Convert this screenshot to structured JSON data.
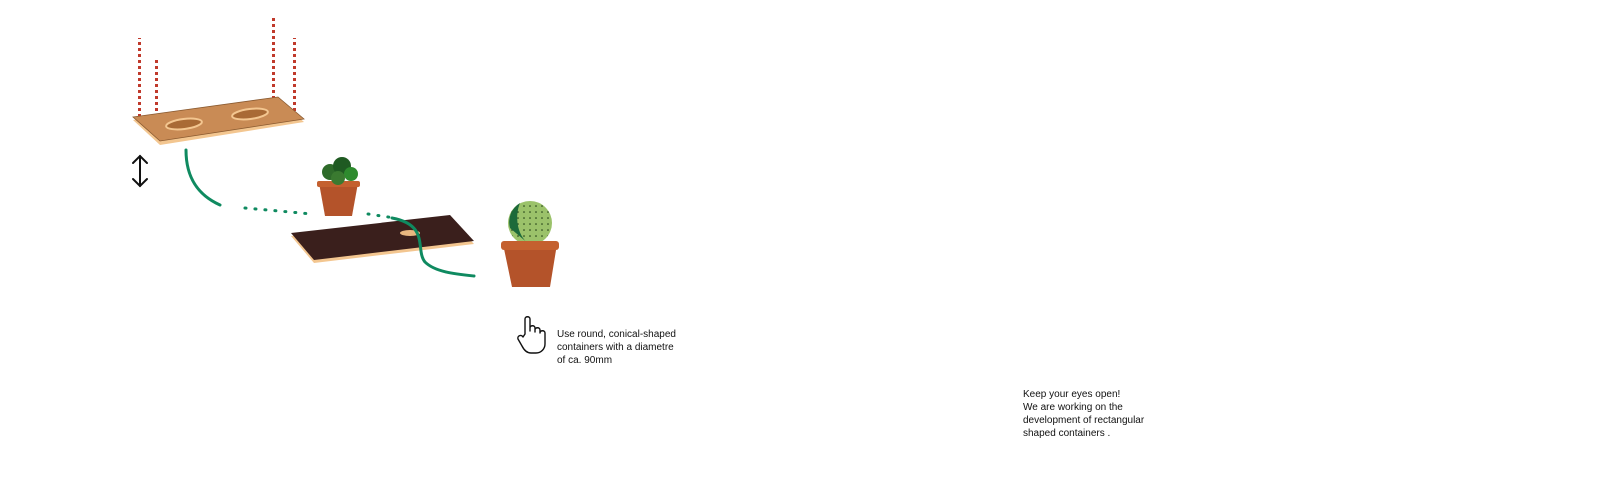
{
  "notes": {
    "round_containers": {
      "lines": [
        "Use round, conical-shaped",
        "containers with a diametre",
        "of ca. 90mm"
      ]
    },
    "rectangular_containers": {
      "lines": [
        "Keep your eyes open!",
        "We are working on the",
        "development of rectangular",
        "shaped containers ."
      ]
    }
  },
  "colors": {
    "plywood": "#c98b55",
    "plywood_edge": "#f3c690",
    "dark_board": "#3a1f1c",
    "terracotta": "#b4532a",
    "connector_green": "#0f8a60",
    "rope_red": "#c0392b",
    "plant_green": "#2e8b2e"
  },
  "icons": [
    "hand-pointer-icon",
    "height-adjust-arrow-icon"
  ]
}
